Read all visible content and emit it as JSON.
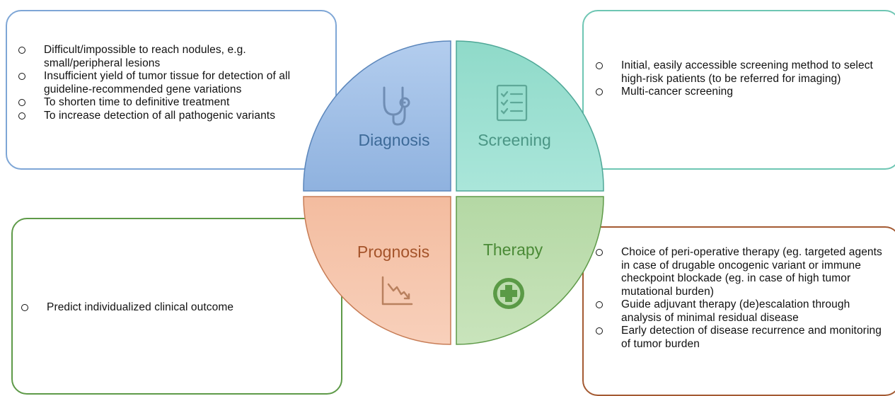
{
  "quadrants": {
    "diagnosis": {
      "label": "Diagnosis",
      "icon": "stethoscope-icon",
      "color": "#9dbde6",
      "text_color": "#3d6a98",
      "items": [
        "Difficult/impossible to reach nodules, e.g. small/peripheral lesions",
        "Insufficient yield of tumor tissue for detection of all guideline-recommended gene variations",
        "To shorten time to definitive treatment",
        "To increase detection of all pathogenic variants"
      ]
    },
    "screening": {
      "label": "Screening",
      "icon": "checklist-icon",
      "color": "#94dccd",
      "text_color": "#4b9685",
      "items": [
        "Initial, easily accessible screening method to select high-risk patients (to be referred for imaging)",
        "Multi-cancer screening"
      ]
    },
    "prognosis": {
      "label": "Prognosis",
      "icon": "declining-chart-icon",
      "color": "#f5c4aa",
      "text_color": "#a4532a",
      "items": [
        "Predict individualized clinical outcome"
      ]
    },
    "therapy": {
      "label": "Therapy",
      "icon": "medical-cross-icon",
      "color": "#bddcaf",
      "text_color": "#4a8a36",
      "items": [
        "Choice of peri-operative therapy (eg. targeted agents in case of drugable oncogenic variant or immune checkpoint blockade (eg. in case of high tumor mutational burden)",
        "Guide adjuvant therapy (de)escalation through analysis of minimal residual disease",
        "Early detection of disease recurrence and monitoring of tumor burden"
      ]
    }
  }
}
